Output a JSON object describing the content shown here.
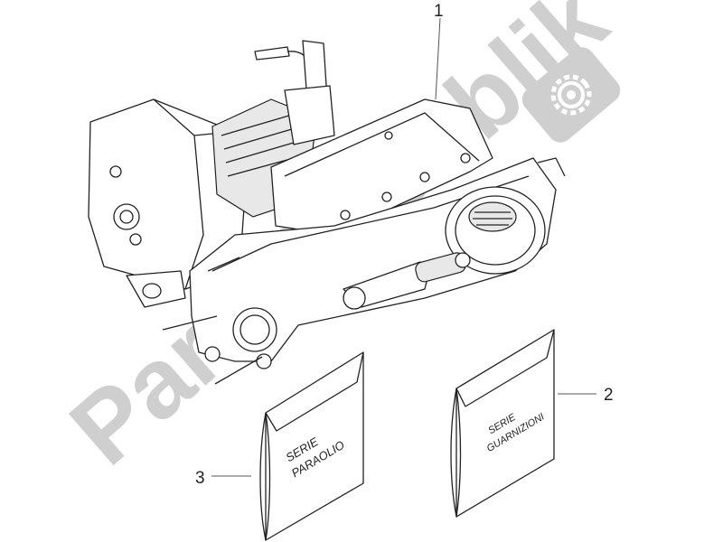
{
  "watermark": {
    "text": "PartsRepublik",
    "color": "#cfcfcf",
    "icon": "gear-icon"
  },
  "parts": [
    {
      "callout": "1",
      "description": ""
    },
    {
      "callout": "2",
      "envelope_lines": [
        "SERIE",
        "GUARNIZIONI"
      ]
    },
    {
      "callout": "3",
      "envelope_lines": [
        "SERIE",
        "PARAOLIO"
      ]
    }
  ]
}
